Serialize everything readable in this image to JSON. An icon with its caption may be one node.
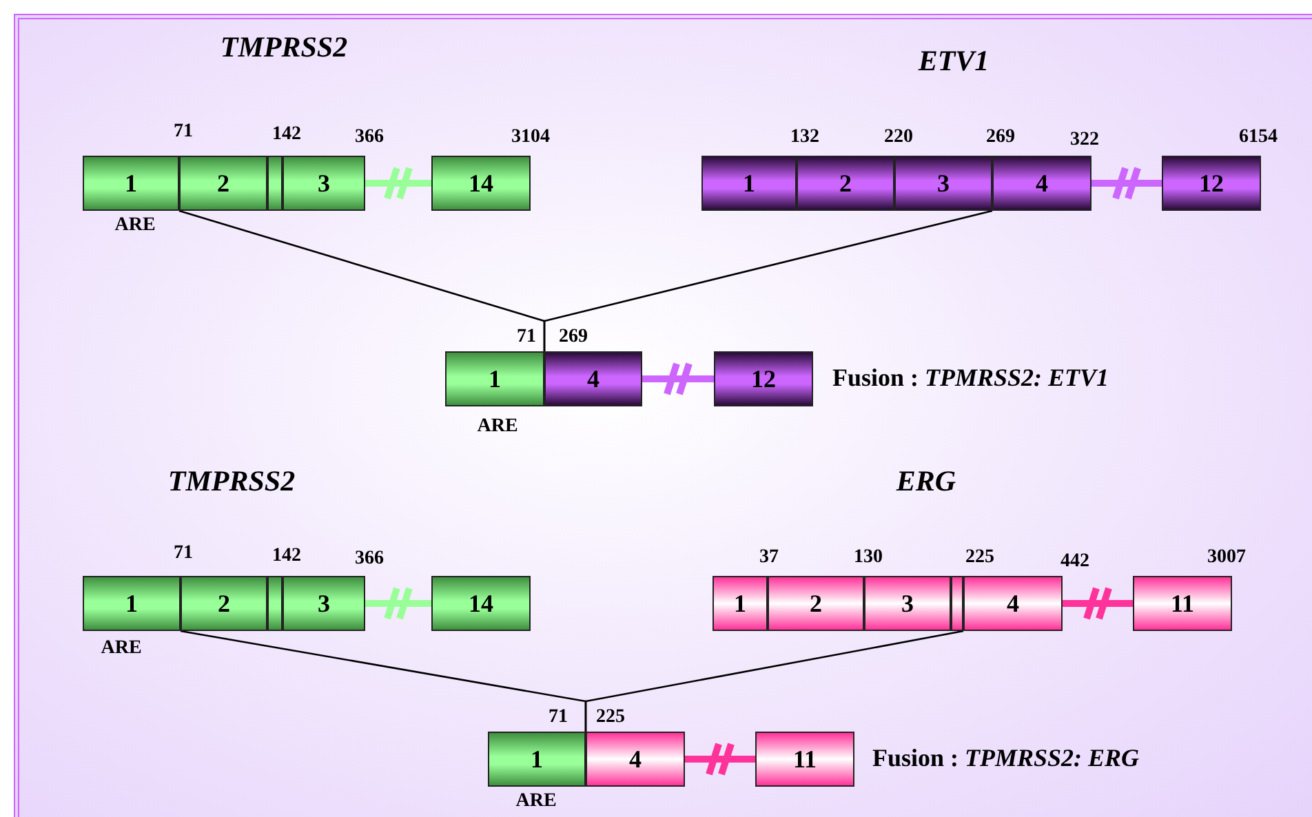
{
  "diagram": {
    "nodes": [
      {
        "text": [
          "1"
        ]
      },
      {
        "text": [
          "2"
        ]
      },
      {
        "text": [],
        "shape": "box"
      },
      {
        "text": [
          "3"
        ]
      },
      {
        "text": [
          "14"
        ]
      },
      {
        "text": [
          "1"
        ]
      },
      {
        "text": [
          "2"
        ]
      },
      {
        "text": [
          "3"
        ]
      },
      {
        "text": [
          "4"
        ]
      },
      {
        "text": [
          "12"
        ]
      },
      {
        "text": [
          "1"
        ]
      },
      {
        "text": [
          "4"
        ]
      },
      {
        "text": [
          "12"
        ]
      },
      {
        "text": [
          "1"
        ]
      },
      {
        "text": [
          "2"
        ]
      },
      {
        "text": [],
        "shape": "box"
      },
      {
        "text": [
          "3"
        ]
      },
      {
        "text": [
          "14"
        ]
      },
      {
        "text": [
          "1"
        ]
      },
      {
        "text": [
          "2"
        ]
      },
      {
        "text": [
          "3"
        ]
      },
      {
        "text": [],
        "shape": "box"
      },
      {
        "text": [
          "4"
        ]
      },
      {
        "text": [
          "11"
        ]
      },
      {
        "text": [
          "1"
        ]
      },
      {
        "text": [
          "4"
        ]
      },
      {
        "text": [
          "11"
        ]
      }
    ],
    "edges": [
      {
        "from": 3,
        "to": 4,
        "arrow": "none",
        "color": "#99ff99"
      },
      {
        "from": 8,
        "to": 9,
        "arrow": "none",
        "color": "#cc66ff"
      },
      {
        "from": 0,
        "to": 10,
        "arrow": "none"
      },
      {
        "from": 8,
        "to": 11,
        "arrow": "none"
      },
      {
        "from": 11,
        "to": 12,
        "arrow": "none",
        "color": "#cc66ff"
      },
      {
        "from": 16,
        "to": 17,
        "arrow": "none",
        "color": "#99ff99"
      },
      {
        "from": 22,
        "to": 23,
        "arrow": "none",
        "color": "#ff3399"
      },
      {
        "from": 13,
        "to": 24,
        "arrow": "none"
      },
      {
        "from": 22,
        "to": 25,
        "arrow": "none"
      },
      {
        "from": 25,
        "to": 26,
        "arrow": "none",
        "color": "#ff3399"
      }
    ],
    "labels": [
      "TMPRSS2",
      "ETV1",
      "71",
      "142",
      "366",
      "3104",
      "132",
      "220",
      "269",
      "322",
      "6154",
      "ARE",
      "71",
      "269",
      "Fusion : *TPMRSS2: ETV1*",
      "ARE",
      "TMPRSS2",
      "ERG",
      "71",
      "142",
      "366",
      "37",
      "130",
      "225",
      "442",
      "3007",
      "ARE",
      "71",
      "225",
      "Fusion : *TPMRSS2: ERG*",
      "ARE"
    ]
  }
}
